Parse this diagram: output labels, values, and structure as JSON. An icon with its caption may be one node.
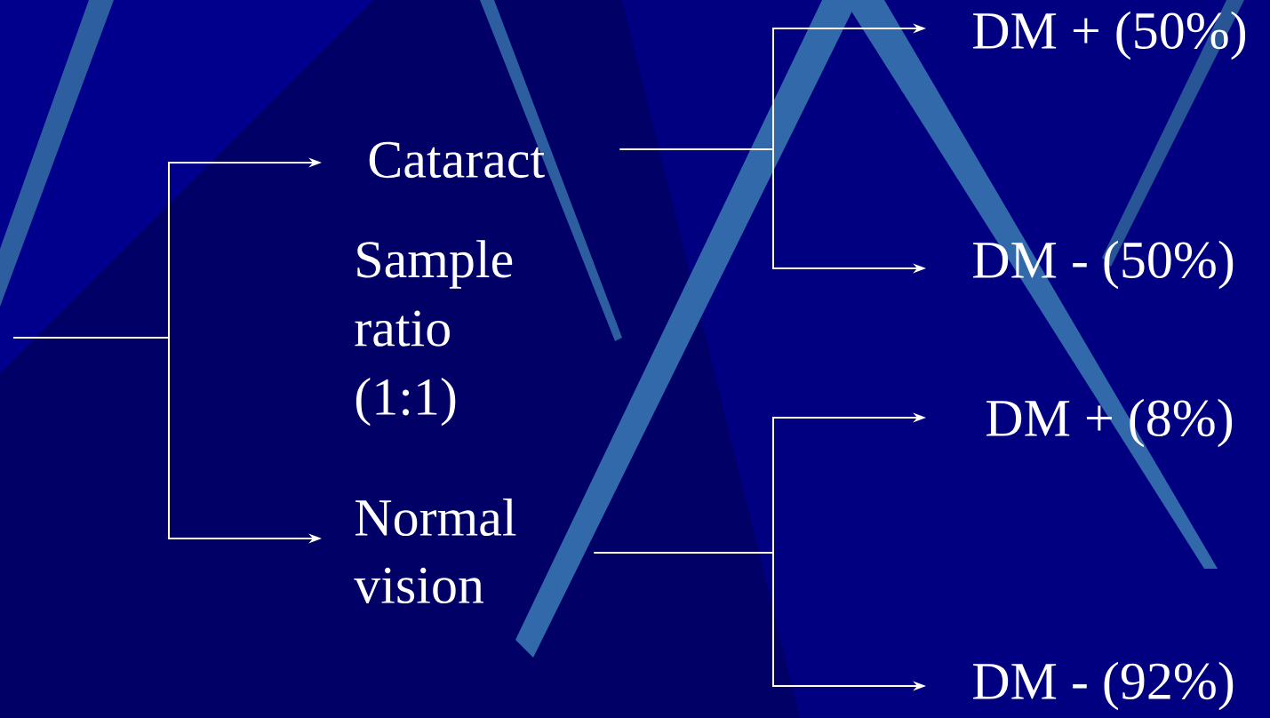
{
  "diagram": {
    "nodes": [
      {
        "text": [
          "Cataract"
        ]
      },
      {
        "text": [
          "Normal vision"
        ]
      },
      {
        "text": [
          "DM + (50%)"
        ]
      },
      {
        "text": [
          "DM - (50%)"
        ]
      },
      {
        "text": [
          "DM + (8%)"
        ]
      },
      {
        "text": [
          "DM - (92%)"
        ]
      }
    ],
    "edges": [
      {
        "from": null,
        "to": 0,
        "arrow": "to"
      },
      {
        "from": null,
        "to": 1,
        "arrow": "to"
      },
      {
        "from": 0,
        "to": 2,
        "arrow": "to"
      },
      {
        "from": 0,
        "to": 3,
        "arrow": "to"
      },
      {
        "from": 1,
        "to": 4,
        "arrow": "to"
      },
      {
        "from": 1,
        "to": 5,
        "arrow": "to"
      }
    ],
    "labels": [
      "Sample ratio (1:1)"
    ]
  }
}
